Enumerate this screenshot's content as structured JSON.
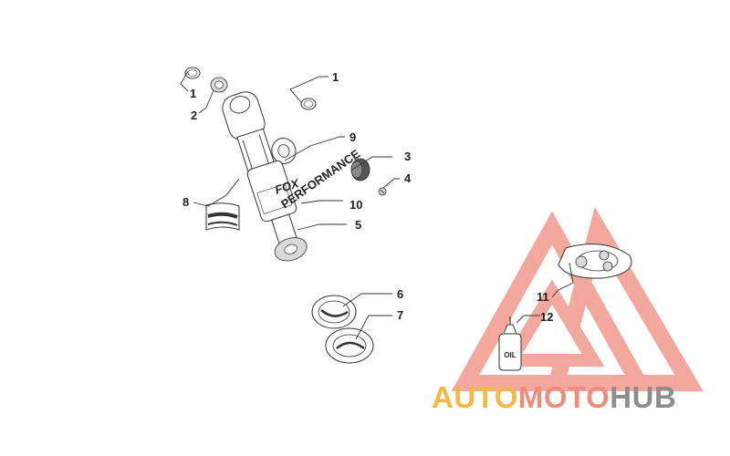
{
  "callouts": {
    "c1a": "1",
    "c1b": "1",
    "c2": "2",
    "c3": "3",
    "c4": "4",
    "c5": "5",
    "c6": "6",
    "c7": "7",
    "c8": "8",
    "c9": "9",
    "c10": "10",
    "c11": "11",
    "c12": "12"
  },
  "shock_brand": "FOX",
  "shock_text": "PERFORMANCE",
  "oil_label": "OIL",
  "watermark": {
    "part1": "AUTO",
    "part2": "MOTO",
    "part3": "HUB"
  },
  "colors": {
    "watermark_red": "#f08c7e",
    "watermark_yellow": "#f5b843",
    "watermark_gray": "#8d8d8d",
    "line": "#333333"
  }
}
